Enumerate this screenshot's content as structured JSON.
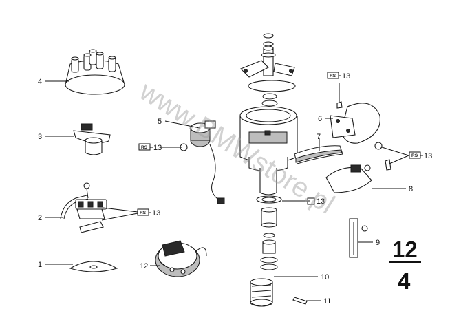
{
  "callouts": {
    "c1": "1",
    "c2": "2",
    "c3": "3",
    "c4": "4",
    "c5": "5",
    "c6": "6",
    "c7": "7",
    "c8": "8",
    "c9": "9",
    "c10": "10",
    "c11": "11",
    "c12": "12"
  },
  "ref_badges": {
    "rs_label": "RS",
    "rs_number": "13"
  },
  "page_number": {
    "group": "12",
    "subgroup": "4"
  },
  "watermark": "www.BMWstore.pl",
  "colors": {
    "ink": "#1a1a1a",
    "watermark": "#9a9a9a",
    "background": "#ffffff"
  }
}
